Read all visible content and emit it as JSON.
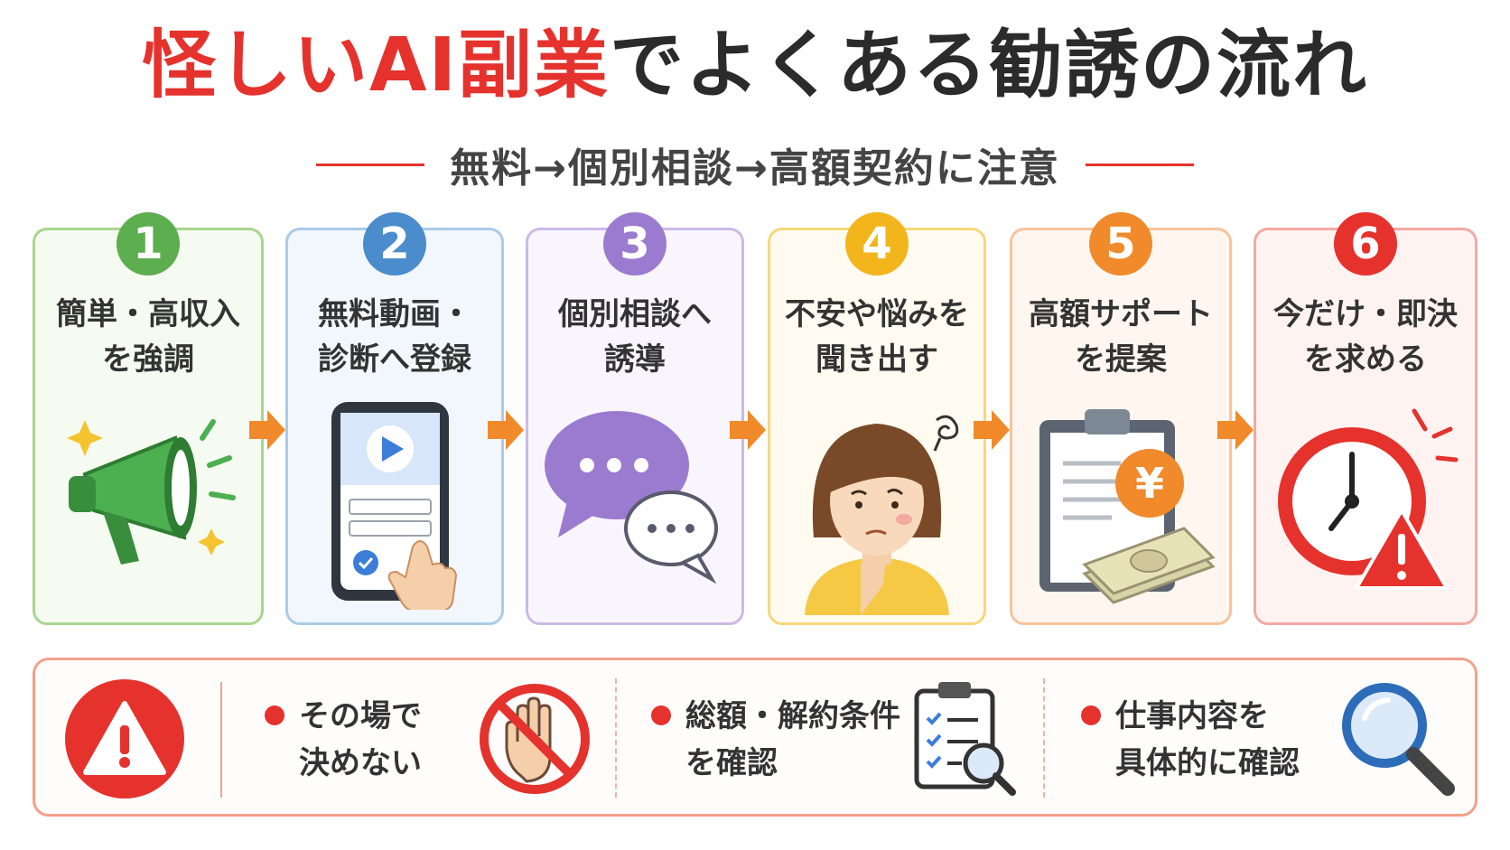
{
  "title": {
    "highlight": "怪しいAI副業",
    "rest": "でよくある勧誘の流れ"
  },
  "subtitle": "無料→個別相談→高額契約に注意",
  "steps": [
    {
      "num": "1",
      "lines": [
        "簡単・高収入",
        "を強調"
      ],
      "icon": "megaphone-icon",
      "color": "#5cae4f",
      "bg": "#f6fbf1"
    },
    {
      "num": "2",
      "lines": [
        "無料動画・",
        "診断へ登録"
      ],
      "icon": "smartphone-video-icon",
      "color": "#4a8ccc",
      "bg": "#f2f7fd"
    },
    {
      "num": "3",
      "lines": [
        "個別相談へ",
        "誘導"
      ],
      "icon": "chat-bubbles-icon",
      "color": "#9b7bd0",
      "bg": "#f8f5fd"
    },
    {
      "num": "4",
      "lines": [
        "不安や悩みを",
        "聞き出す"
      ],
      "icon": "worried-woman-icon",
      "color": "#f2b51b",
      "bg": "#fffbf0"
    },
    {
      "num": "5",
      "lines": [
        "高額サポート",
        "を提案"
      ],
      "icon": "contract-money-icon",
      "color": "#f08a2b",
      "bg": "#fff6ef"
    },
    {
      "num": "6",
      "lines": [
        "今だけ・即決",
        "を求める"
      ],
      "icon": "clock-warning-icon",
      "color": "#e5322d",
      "bg": "#fff3f2"
    }
  ],
  "tips": [
    {
      "lines": [
        "その場で",
        "決めない"
      ],
      "icon": "stop-hand-icon"
    },
    {
      "lines": [
        "総額・解約条件",
        "を確認"
      ],
      "icon": "checklist-magnifier-icon"
    },
    {
      "lines": [
        "仕事内容を",
        "具体的に確認"
      ],
      "icon": "magnifier-icon"
    }
  ],
  "colors": {
    "accent": "#e5322d",
    "arrow": "#f08a2b"
  }
}
